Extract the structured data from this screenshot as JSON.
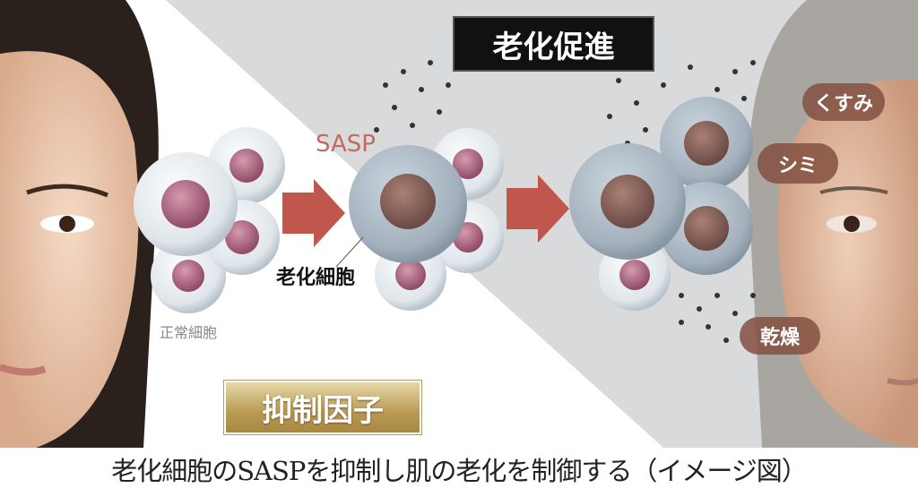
{
  "labels": {
    "promote": "老化促進",
    "suppress": "抑制因子",
    "sasp": "SASP",
    "senescent_cell": "老化細胞",
    "normal_cell": "正常細胞",
    "dullness": "くすみ",
    "spots": "シミ",
    "dryness": "乾燥"
  },
  "caption": "老化細胞のSASPを抑制し肌の老化を制御する（イメージ図）",
  "colors": {
    "arrow": "#c0574c",
    "background_gray": "#d9dadb",
    "gold": "#b99a55",
    "pill": "#825041"
  }
}
